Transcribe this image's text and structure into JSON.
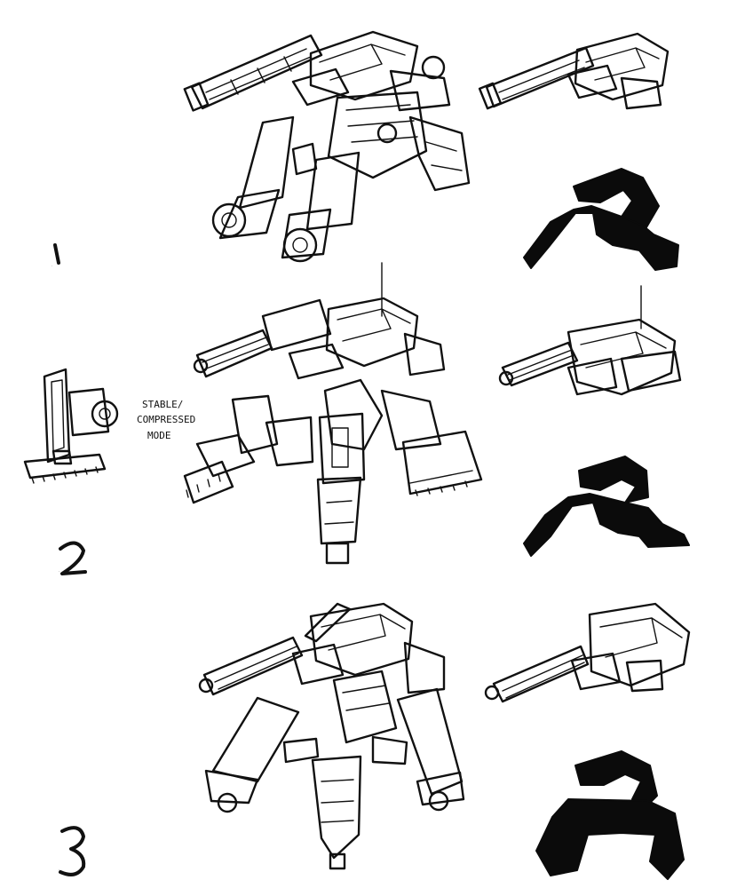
{
  "variants": [
    {
      "label": "1"
    },
    {
      "label": "2",
      "note_lines": [
        "STABLE/",
        "COMPRESSED",
        "MODE"
      ]
    },
    {
      "label": "3"
    }
  ],
  "colors": {
    "background": "#ffffff",
    "ink": "#111111"
  }
}
